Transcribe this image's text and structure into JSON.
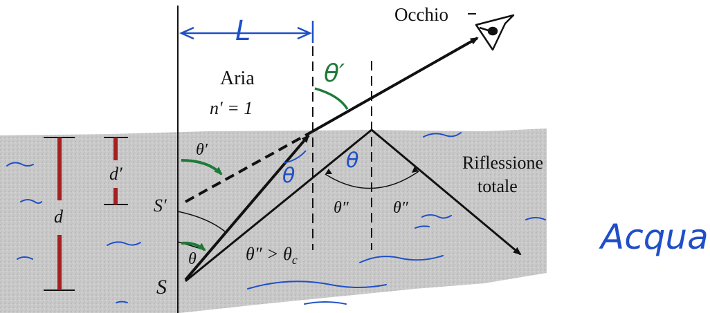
{
  "colors": {
    "water": "#c8c8c8",
    "ink": "#111111",
    "handwriting_blue": "#1f4fc8",
    "handwriting_green": "#1f7a3a",
    "depth_bar": "#a52020"
  },
  "icons": [
    "eye-icon"
  ],
  "labels": {
    "occhio": "Occhio",
    "aria": "Aria",
    "n_prime": "n′ = 1",
    "riflessione_line1": "Riflessione",
    "riflessione_line2": "totale",
    "s_prime": "S′",
    "s": "S",
    "theta_prime": "θ′",
    "theta": "θ",
    "theta_double_left": "θ″",
    "theta_double_right": "θ″",
    "critical_condition": "θ″ > θ",
    "critical_sub": "c",
    "d": "d",
    "d_prime": "d′"
  },
  "handwritten": {
    "L": "L",
    "theta_prime_green": "θ′",
    "theta_blue_left": "θ",
    "theta_blue_right": "θ",
    "acqua": "Acqua"
  }
}
